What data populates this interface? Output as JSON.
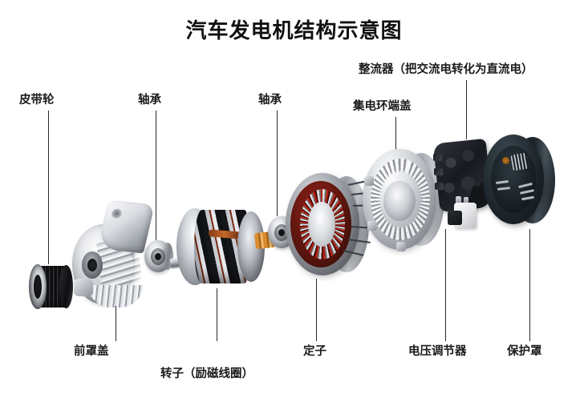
{
  "diagram": {
    "title": "汽车发电机结构示意图",
    "background_color": "#ffffff",
    "text_color": "#1a1a1a",
    "leader_line_color": "#2a2a2a"
  },
  "labels": {
    "pulley": "皮带轮",
    "bearing_front": "轴承",
    "bearing_rear": "轴承",
    "slip_ring_end_cover": "集电环端盖",
    "rectifier": "整流器（把交流电转化为直流电）",
    "front_housing": "前罩盖",
    "rotor": "转子（励磁线圈）",
    "stator": "定子",
    "voltage_regulator": "电压调节器",
    "protective_cover": "保护罩"
  },
  "parts": {
    "pulley": {
      "name": "皮带轮",
      "color": "#141518"
    },
    "front_housing": {
      "name": "前罩盖",
      "color": "#cfd3d8"
    },
    "bearing_front": {
      "name": "轴承",
      "color": "#b9bdc3"
    },
    "rotor": {
      "name": "转子（励磁线圈）",
      "color": "#8a3a14"
    },
    "bearing_rear": {
      "name": "轴承",
      "color": "#b9bdc3"
    },
    "stator": {
      "name": "定子",
      "color": "#6f1a12"
    },
    "slip_ring_end_cover": {
      "name": "集电环端盖",
      "color": "#b5b9bf"
    },
    "rectifier": {
      "name": "整流器（把交流电转化为直流电）",
      "color": "#1b1e23"
    },
    "voltage_regulator": {
      "name": "电压调节器",
      "color": "#f0f1f3"
    },
    "protective_cover": {
      "name": "保护罩",
      "color": "#1c242a"
    }
  }
}
